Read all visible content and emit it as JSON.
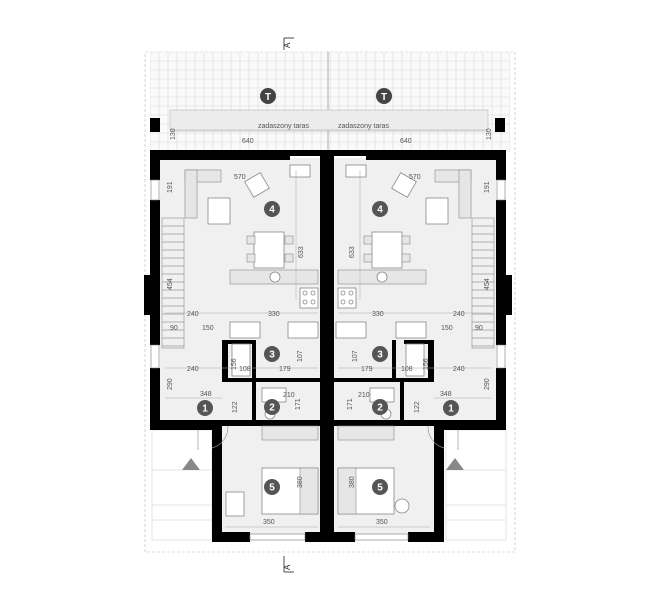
{
  "section_marker": "A",
  "terrace_label": "zadaszony taras",
  "terrace_marker": "T",
  "rooms": [
    "1",
    "2",
    "3",
    "4",
    "5"
  ],
  "dimensions": {
    "terrace_width": "640",
    "terrace_depth": "130",
    "living_width": "570",
    "living_depth": "633",
    "stair_width": "191",
    "stair_run": "454",
    "mid_240a": "240",
    "mid_330": "330",
    "mid_150": "150",
    "mid_90": "90",
    "mid_240b": "240",
    "mid_107": "107",
    "mid_179": "179",
    "mid_108": "108",
    "mid_156": "156",
    "mid_290": "290",
    "mid_348": "348",
    "mid_210": "210",
    "mid_171": "171",
    "mid_122": "122",
    "bed_380": "380",
    "bed_350": "350"
  }
}
